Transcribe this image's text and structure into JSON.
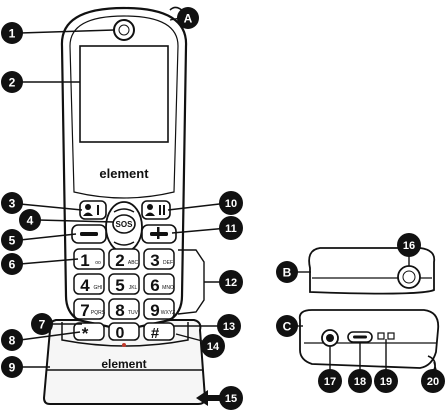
{
  "phone": {
    "brand": "element",
    "sos_label": "SOS"
  },
  "keypad": [
    {
      "main": "1",
      "sub": "oo"
    },
    {
      "main": "2",
      "sub": "ABC"
    },
    {
      "main": "3",
      "sub": "DEF"
    },
    {
      "main": "4",
      "sub": "GHI"
    },
    {
      "main": "5",
      "sub": "JKL"
    },
    {
      "main": "6",
      "sub": "MNO"
    },
    {
      "main": "7",
      "sub": "PQRS"
    },
    {
      "main": "8",
      "sub": "TUV"
    },
    {
      "main": "9",
      "sub": "WXYZ"
    },
    {
      "main": "*",
      "sub": ""
    },
    {
      "main": "0",
      "sub": ""
    },
    {
      "main": "#",
      "sub": ""
    }
  ],
  "markers": {
    "m1": "1",
    "m2": "2",
    "m3": "3",
    "m4": "4",
    "m5": "5",
    "m6": "6",
    "m7": "7",
    "m8": "8",
    "m9": "9",
    "m10": "10",
    "m11": "11",
    "m12": "12",
    "m13": "13",
    "m14": "14",
    "m15": "15",
    "m16": "16",
    "m17": "17",
    "m18": "18",
    "m19": "19",
    "m20": "20",
    "mA": "A",
    "mB": "B",
    "mC": "C"
  }
}
